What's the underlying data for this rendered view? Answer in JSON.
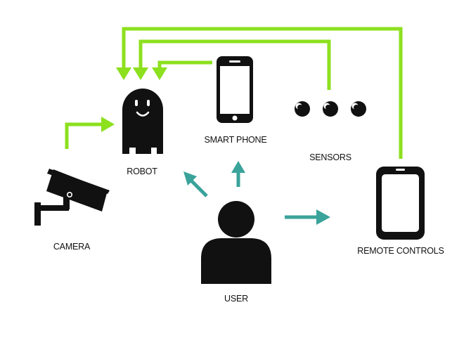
{
  "colors": {
    "green_connection": "#8ce01e",
    "teal_connection": "#3aa39a",
    "icon_fill": "#111111",
    "background": "#ffffff"
  },
  "nodes": {
    "robot": {
      "label": "ROBOT",
      "icon": "robot-icon"
    },
    "smart_phone": {
      "label": "SMART PHONE",
      "icon": "smartphone-icon"
    },
    "sensors": {
      "label": "SENSORS",
      "icon": "sensor-icon"
    },
    "camera": {
      "label": "CAMERA",
      "icon": "security-camera-icon"
    },
    "remote_controls": {
      "label": "REMOTE CONTROLS",
      "icon": "tablet-icon"
    },
    "user": {
      "label": "USER",
      "icon": "user-icon"
    }
  },
  "connections": [
    {
      "from": "remote_controls",
      "to": "robot",
      "color": "green"
    },
    {
      "from": "sensors",
      "to": "robot",
      "color": "green"
    },
    {
      "from": "smart_phone",
      "to": "robot",
      "color": "green"
    },
    {
      "from": "camera",
      "to": "robot",
      "color": "green"
    },
    {
      "from": "user",
      "to": "robot",
      "color": "teal"
    },
    {
      "from": "user",
      "to": "smart_phone",
      "color": "teal"
    },
    {
      "from": "user",
      "to": "remote_controls",
      "color": "teal"
    }
  ]
}
